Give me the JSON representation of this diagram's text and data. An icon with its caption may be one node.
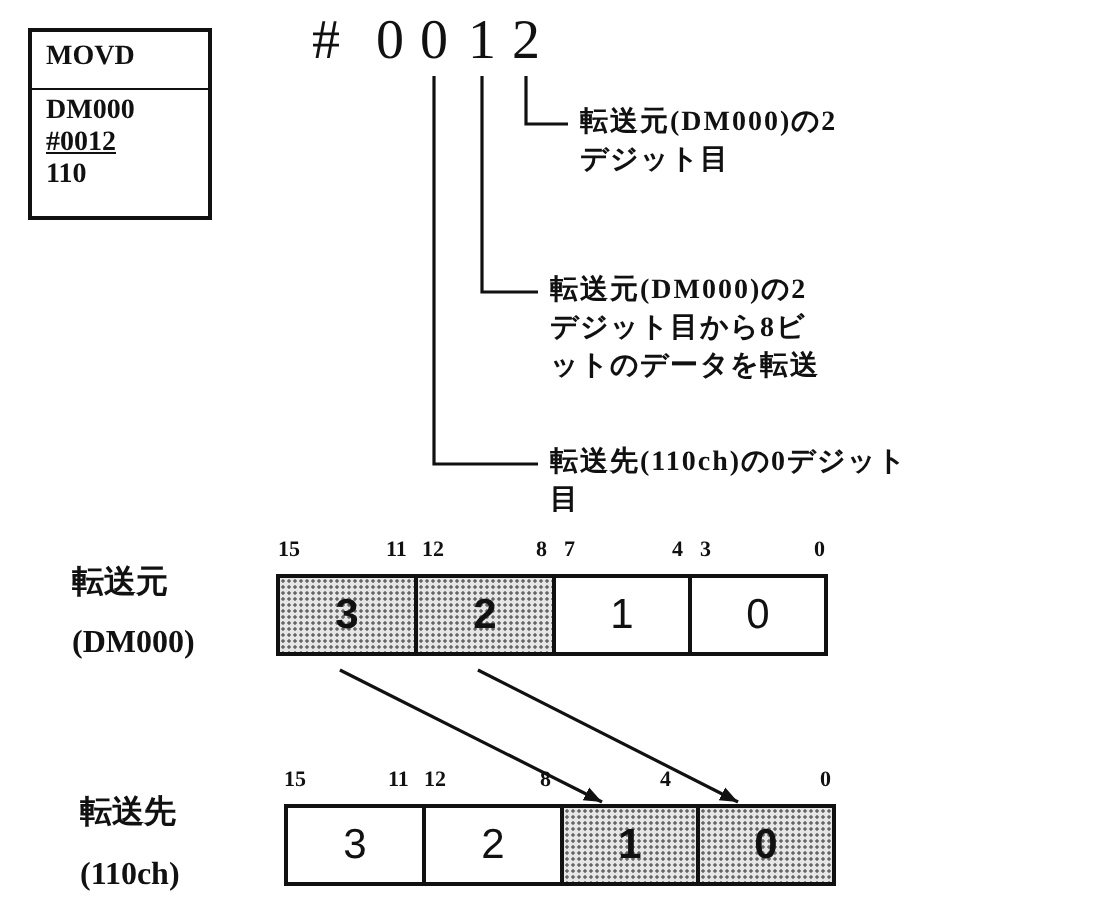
{
  "diagram": {
    "nodes": [
      {
        "text": [
          "MOVD",
          "DM000",
          "#0012",
          "110"
        ]
      },
      {
        "text": [
          "0"
        ]
      },
      {
        "text": [
          "1"
        ]
      },
      {
        "text": [
          "2"
        ]
      },
      {
        "text": [
          "転送元(DM000)の2デジット目"
        ]
      },
      {
        "text": [
          "転送元(DM000)の2デジット目から8ビットのデータを転送"
        ]
      },
      {
        "text": [
          "転送先(110ch)の0デジット目"
        ]
      },
      {
        "text": [
          "3"
        ]
      },
      {
        "text": [
          "2"
        ]
      },
      {
        "text": [
          "1"
        ]
      },
      {
        "text": [
          "0"
        ]
      },
      {
        "text": [
          "3"
        ]
      },
      {
        "text": [
          "2"
        ]
      },
      {
        "text": [
          "1"
        ]
      },
      {
        "text": [
          "0"
        ]
      }
    ],
    "edges": [
      {
        "from": 3,
        "to": 4,
        "arrow": "none"
      },
      {
        "from": 2,
        "to": 5,
        "arrow": "none"
      },
      {
        "from": 1,
        "to": 6,
        "arrow": "none"
      },
      {
        "from": 7,
        "to": 13,
        "arrow": "to"
      },
      {
        "from": 8,
        "to": 14,
        "arrow": "to"
      }
    ],
    "labels": [
      "#",
      "0",
      "15",
      "11",
      "12",
      "8",
      "7",
      "4",
      "3",
      "0",
      "転送元",
      "(DM000)",
      "15",
      "11",
      "12",
      "8",
      "4",
      "0",
      "転送先",
      "(110ch)"
    ]
  }
}
